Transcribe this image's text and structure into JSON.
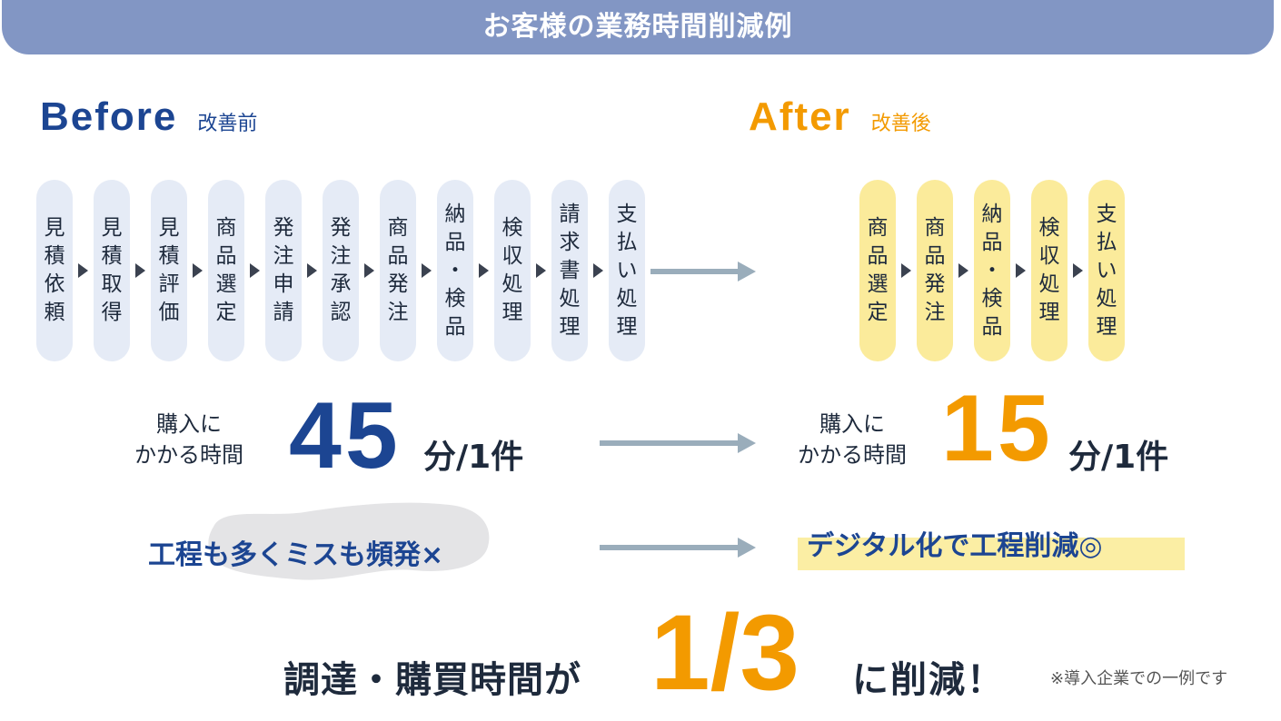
{
  "banner": "お客様の業務時間削減例",
  "before": {
    "title": "Before",
    "subtitle": "改善前",
    "steps": [
      "見積依頼",
      "見積取得",
      "見積評価",
      "商品選定",
      "発注申請",
      "発注承認",
      "商品発注",
      "納品・検品",
      "検収処理",
      "請求書処理",
      "支払い処理"
    ],
    "time_label_line1": "購入に",
    "time_label_line2": "かかる時間",
    "time_value": "45",
    "time_unit": "分/1件",
    "result": "工程も多くミスも頻発×"
  },
  "after": {
    "title": "After",
    "subtitle": "改善後",
    "steps": [
      "商品選定",
      "商品発注",
      "納品・検品",
      "検収処理",
      "支払い処理"
    ],
    "time_label_line1": "購入に",
    "time_label_line2": "かかる時間",
    "time_value": "15",
    "time_unit": "分/1件",
    "result": "デジタル化で工程削減◎"
  },
  "summary": {
    "prefix": "調達・購買時間が",
    "fraction": "1/3",
    "suffix": "に削減！",
    "note": "※導入企業での一例です"
  },
  "colors": {
    "banner": "#8296c4",
    "before_accent": "#1c4592",
    "after_accent": "#f39a00",
    "before_step_bg": "#e5ebf6",
    "after_step_bg": "#fbeb9b",
    "arrow": "#9aadbb"
  }
}
